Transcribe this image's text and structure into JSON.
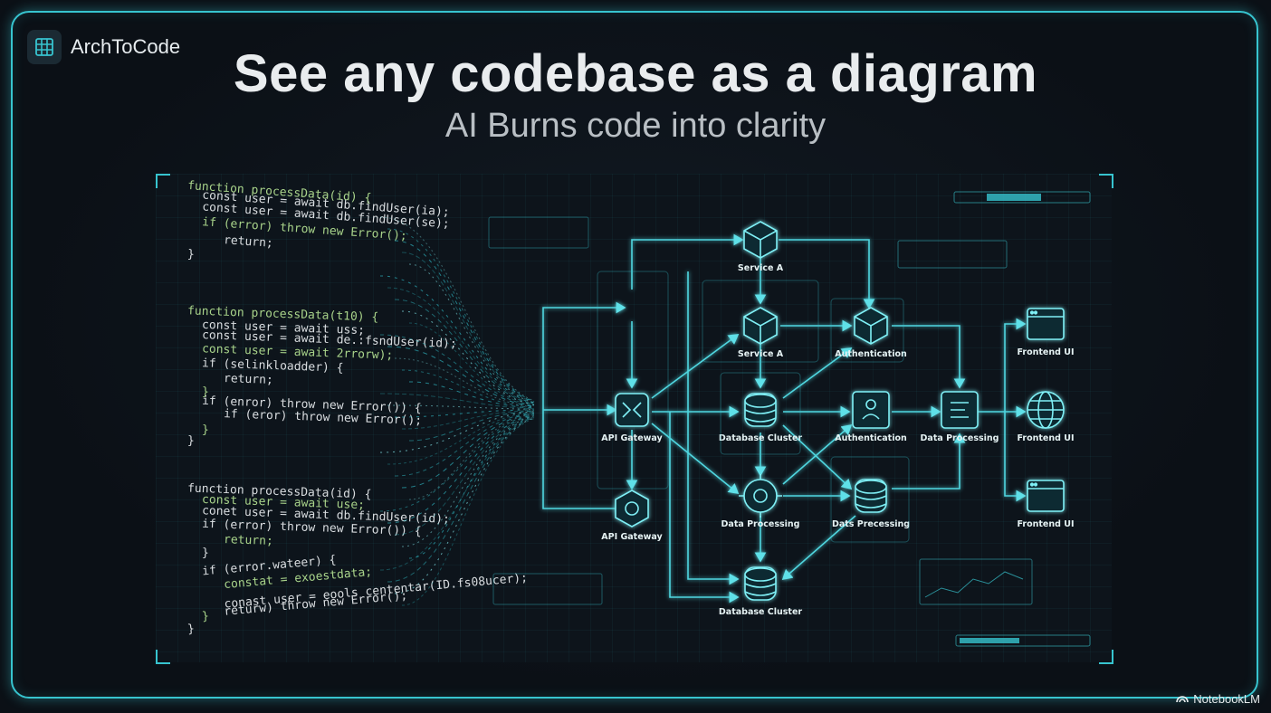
{
  "brand": {
    "name": "ArchToCode",
    "icon": "grid-icon"
  },
  "headline": {
    "title": "See any codebase as a diagram",
    "subtitle": "AI Burns code into clarity"
  },
  "code_lines": [
    "function processData(id) {",
    "  const user = await db.findUser(ia);",
    "  const user = await db.findUser(se);",
    "  if (error) throw new Error();",
    "    return;",
    "}",
    "function processData(t10) {",
    "  const user = await uss;",
    "  const user = await de.:fsndUser(id);",
    "  const user = await 2rrorw);",
    "  if (selinkloadder) {",
    "    return;",
    "  }",
    "  if (enror) throw new Error()) {",
    "    if (eror) throw new Error();",
    "  }",
    "}",
    "function processData(id) {",
    "  const user = await use;",
    "  conet user = await db.findUser(id);",
    "  if (error) throw new Error()) {",
    "    return;",
    "  }",
    "  if (error.wateer) {",
    "    constat = exoestdata;",
    "    conast user = eools cententar(ID.fs08ucer);",
    "    returw) throw new Error();",
    "  }",
    "}"
  ],
  "nodes": {
    "service_a_top": "Service A",
    "service_a_mid": "Service A",
    "authentication_top": "Authentication",
    "api_gateway_main": "API Gateway",
    "database_cluster_mid": "Database Cluster",
    "authentication_mid": "Authentication",
    "data_processing_right": "Data Processing",
    "frontend_ui_1": "Frontend UI",
    "frontend_ui_2": "Frontend UI",
    "frontend_ui_3": "Frontend UI",
    "api_gateway_lower": "API Gateway",
    "data_processing_mid": "Data Processing",
    "dats_processing": "Dats Precessing",
    "database_cluster_bottom": "Database Cluster"
  },
  "watermark": {
    "label": "NotebookLM",
    "icon": "notebooklm-icon"
  },
  "colors": {
    "accent": "#37c4cf",
    "background": "#0b1016",
    "title": "#e9ecee"
  }
}
